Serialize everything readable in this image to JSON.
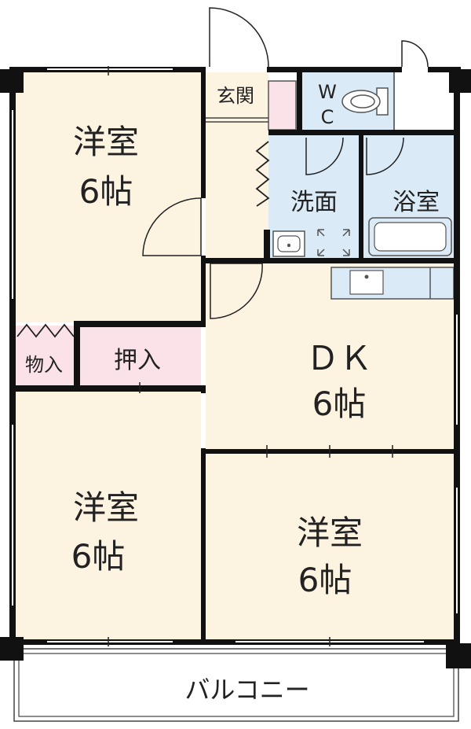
{
  "rooms": {
    "western_top_left": {
      "name": "洋室",
      "size": "6帖"
    },
    "western_bottom_left": {
      "name": "洋室",
      "size": "6帖"
    },
    "western_bottom_right": {
      "name": "洋室",
      "size": "6帖"
    },
    "dk": {
      "name": "ＤＫ",
      "size": "6帖"
    },
    "entrance": {
      "name": "玄関"
    },
    "wc": {
      "line1": "W",
      "line2": "C"
    },
    "washroom": {
      "name": "洗面"
    },
    "bathroom": {
      "name": "浴室"
    },
    "storage_small": {
      "name": "物入"
    },
    "closet": {
      "name": "押入"
    },
    "balcony": {
      "name": "バルコニー"
    }
  },
  "colors": {
    "room_floor": "#fdf3e1",
    "wet_area": "#dbeaf7",
    "storage": "#fbe1e8",
    "wall": "#111111"
  }
}
